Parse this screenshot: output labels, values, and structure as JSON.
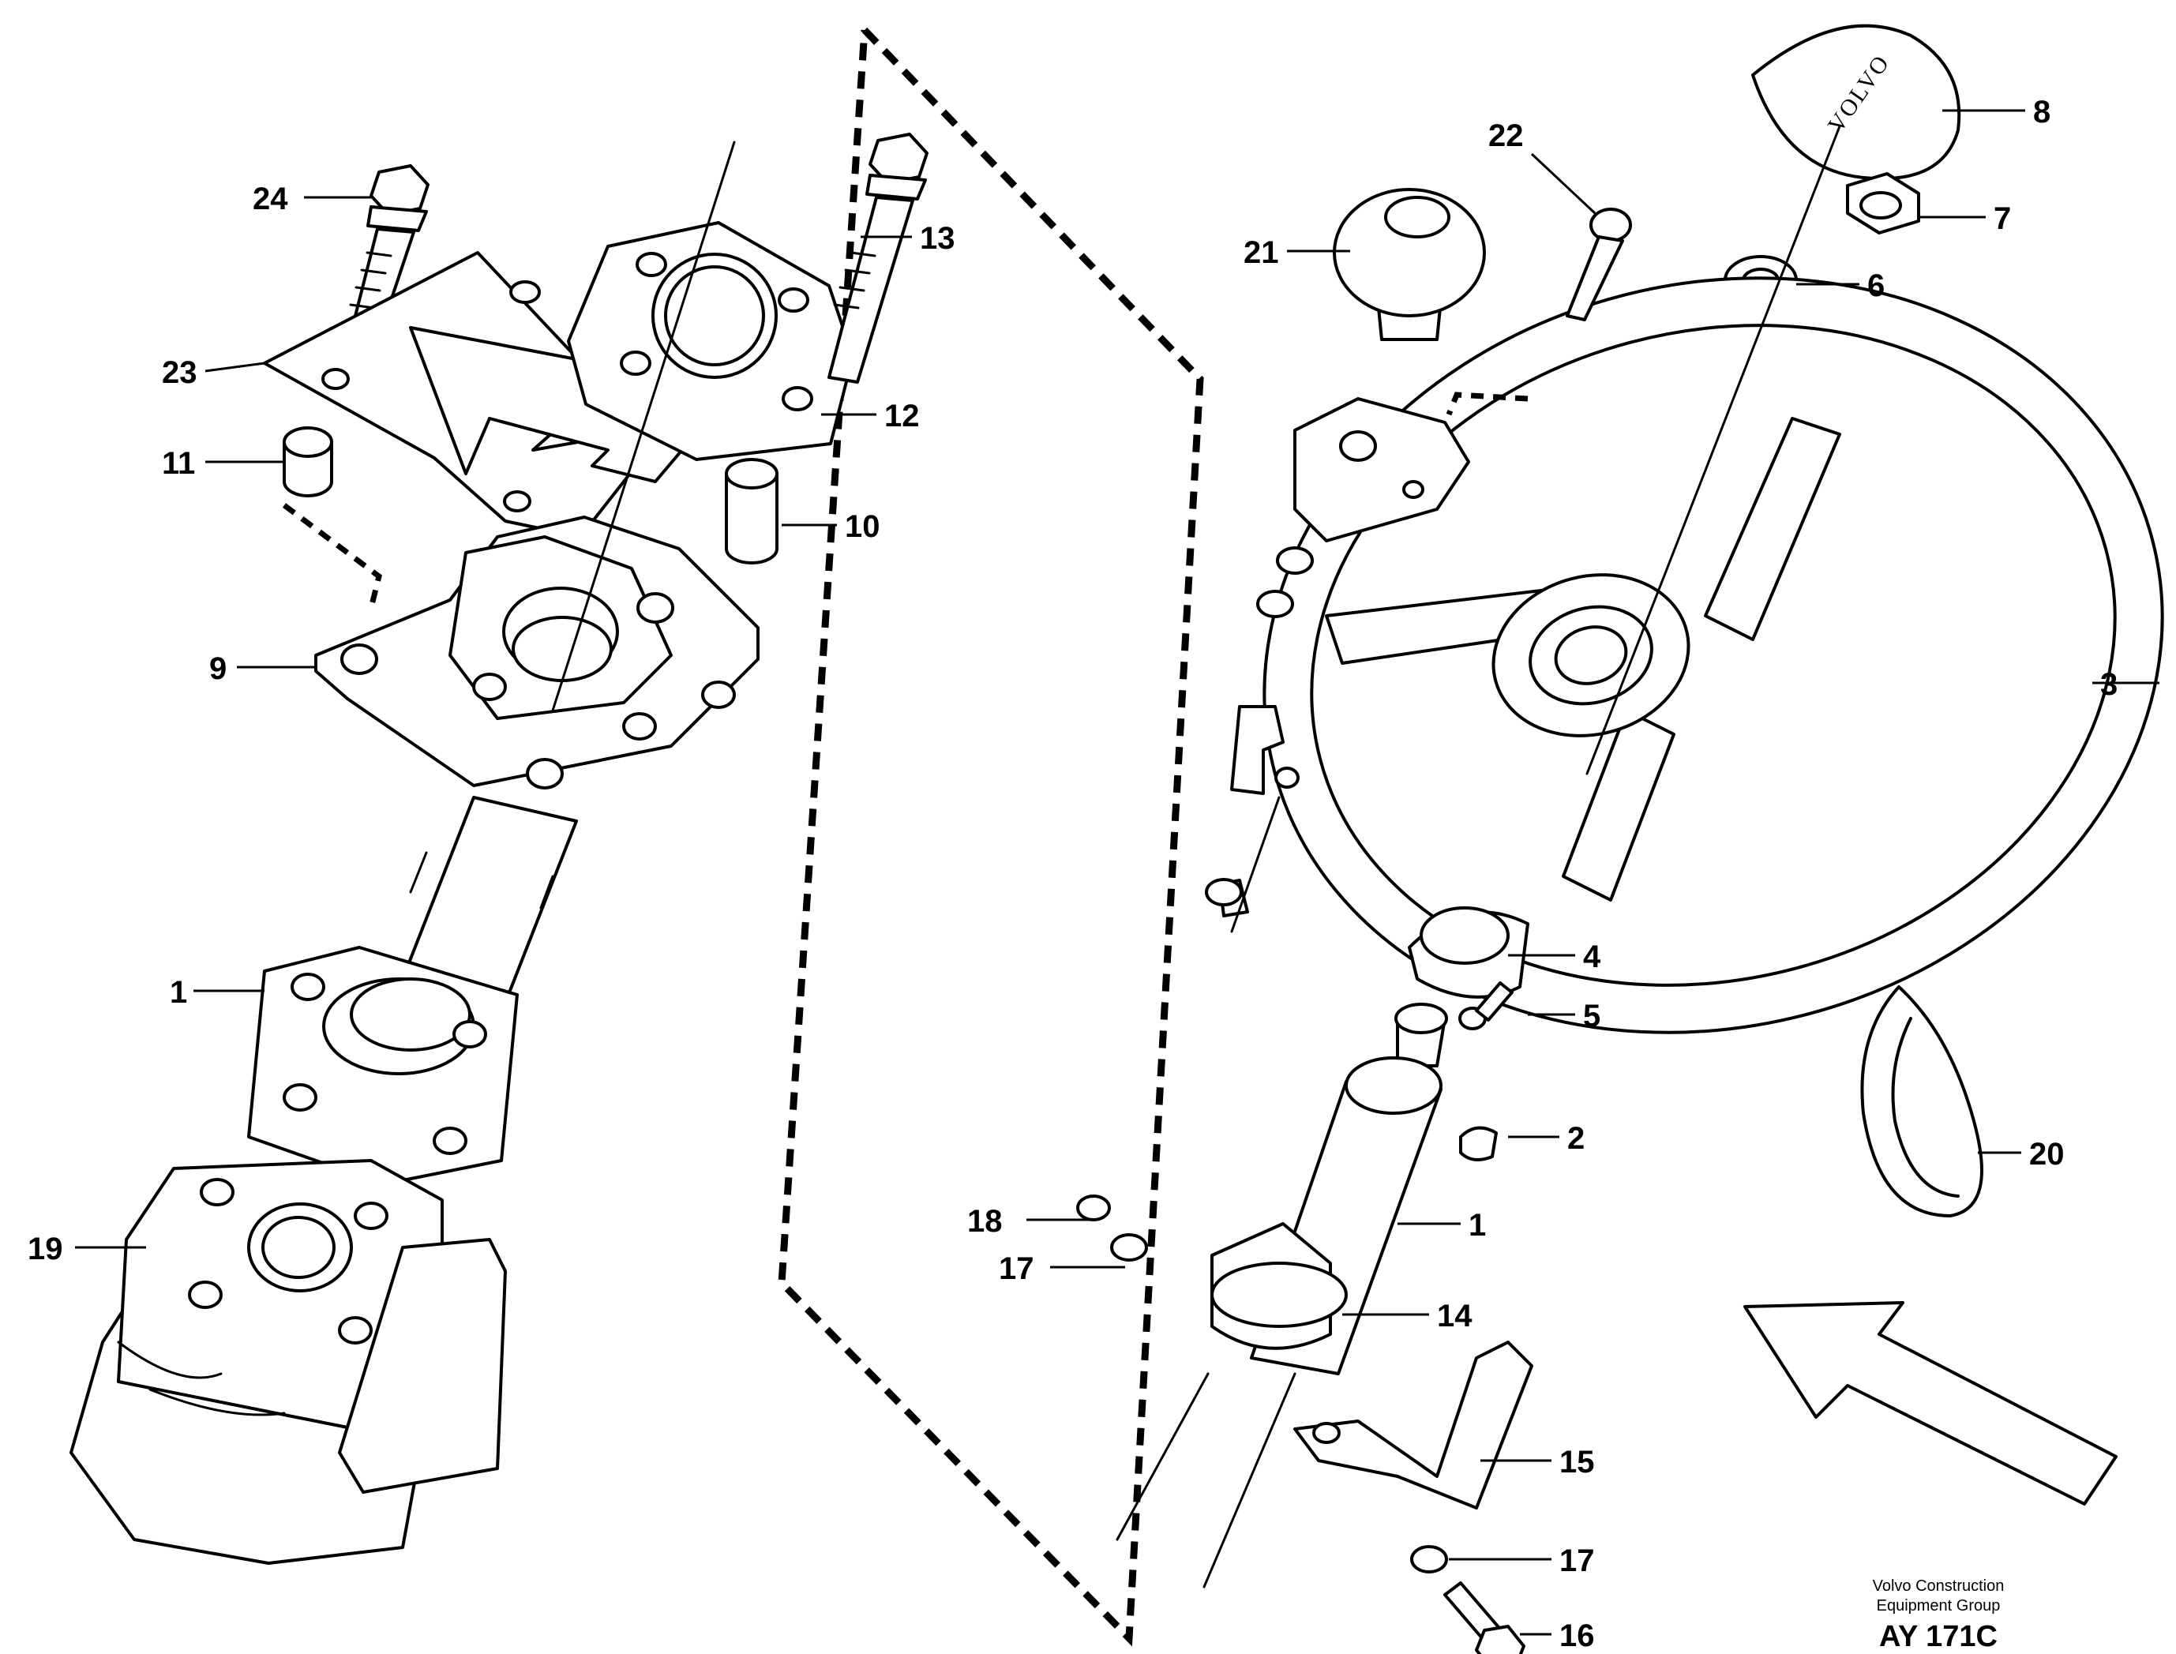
{
  "labels": {
    "l1a": "1",
    "l1b": "1",
    "l2": "2",
    "l3": "3",
    "l4": "4",
    "l5": "5",
    "l6": "6",
    "l7": "7",
    "l8": "8",
    "l9": "9",
    "l10": "10",
    "l11": "11",
    "l12": "12",
    "l13": "13",
    "l14": "14",
    "l15": "15",
    "l16": "16",
    "l17a": "17",
    "l17b": "17",
    "l18": "18",
    "l19": "19",
    "l20": "20",
    "l21": "21",
    "l22": "22",
    "l23": "23",
    "l24": "24"
  },
  "cap_brand": "VOLVO",
  "credit": {
    "line1": "Volvo Construction",
    "line2": "Equipment Group",
    "code": "AY 171C"
  }
}
